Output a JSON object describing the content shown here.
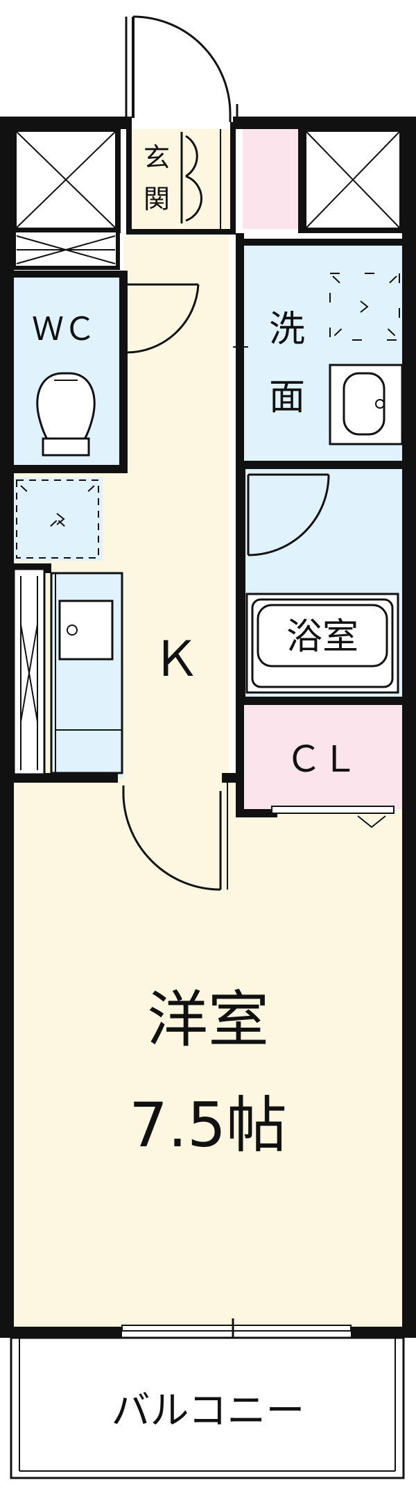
{
  "rooms": {
    "entrance": "玄関",
    "wc": "ＷＣ",
    "washroom": "洗面",
    "kitchen": "Ｋ",
    "bathroom": "浴室",
    "closet": "ＣＬ",
    "western_room": "洋室",
    "western_room_size": "7.5帖",
    "balcony": "バルコニー"
  },
  "colors": {
    "floor_beige": "#fdf6e0",
    "wet_area_blue": "#e0f2fb",
    "closet_pink": "#fce4ec",
    "wall": "#111111"
  }
}
